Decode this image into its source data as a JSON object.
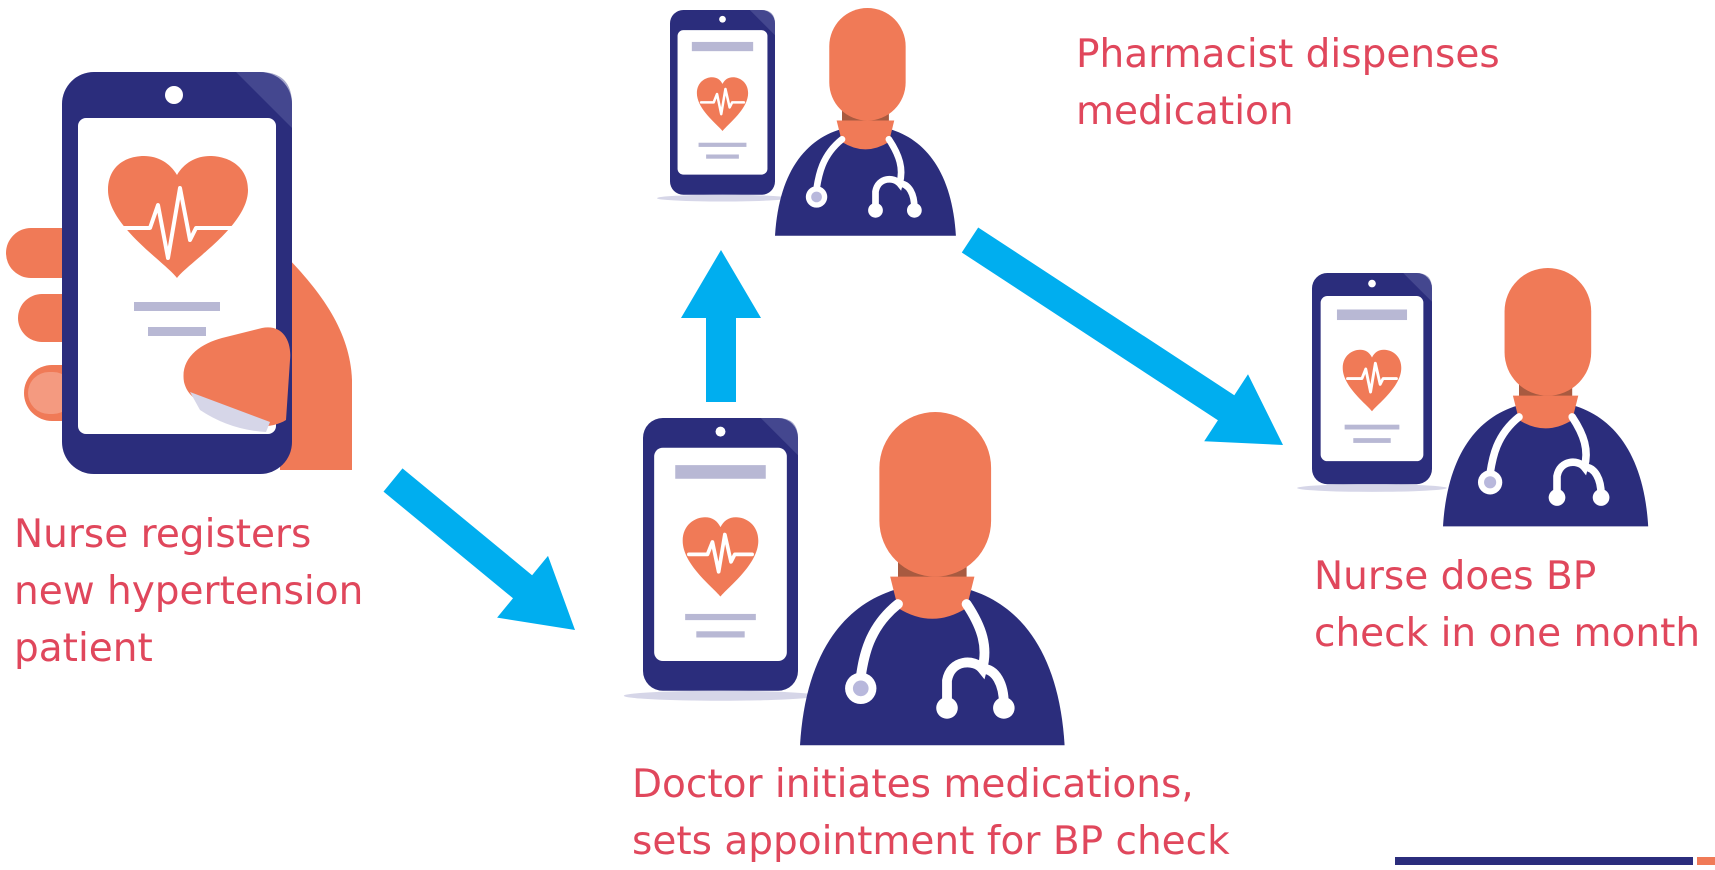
{
  "steps": [
    {
      "id": "nurse-register",
      "lines": [
        "Nurse registers",
        "new hypertension",
        "patient"
      ]
    },
    {
      "id": "doctor",
      "lines": [
        "Doctor initiates medications,",
        "sets appointment for BP check"
      ]
    },
    {
      "id": "pharmacist",
      "lines": [
        "Pharmacist dispenses",
        "medication"
      ]
    },
    {
      "id": "nurse-bp",
      "lines": [
        "Nurse does BP",
        "check in one month"
      ]
    }
  ],
  "colors": {
    "label": "#e0475c",
    "arrow": "#00aeef",
    "phone_body": "#2b2d7c",
    "phone_screen": "#ffffff",
    "heart": "#f07a57",
    "skin": "#f07a57",
    "neck_shadow": "#a85a40",
    "scrubs": "#2b2d7c",
    "stethoscope": "#ffffff",
    "stethoscope_disc": "#b8b8dc",
    "screen_bar": "#b8b8d4"
  },
  "icons": [
    "smartphone-icon",
    "heart-pulse-icon",
    "hand-icon",
    "clinician-icon",
    "stethoscope-icon",
    "arrow-icon"
  ]
}
